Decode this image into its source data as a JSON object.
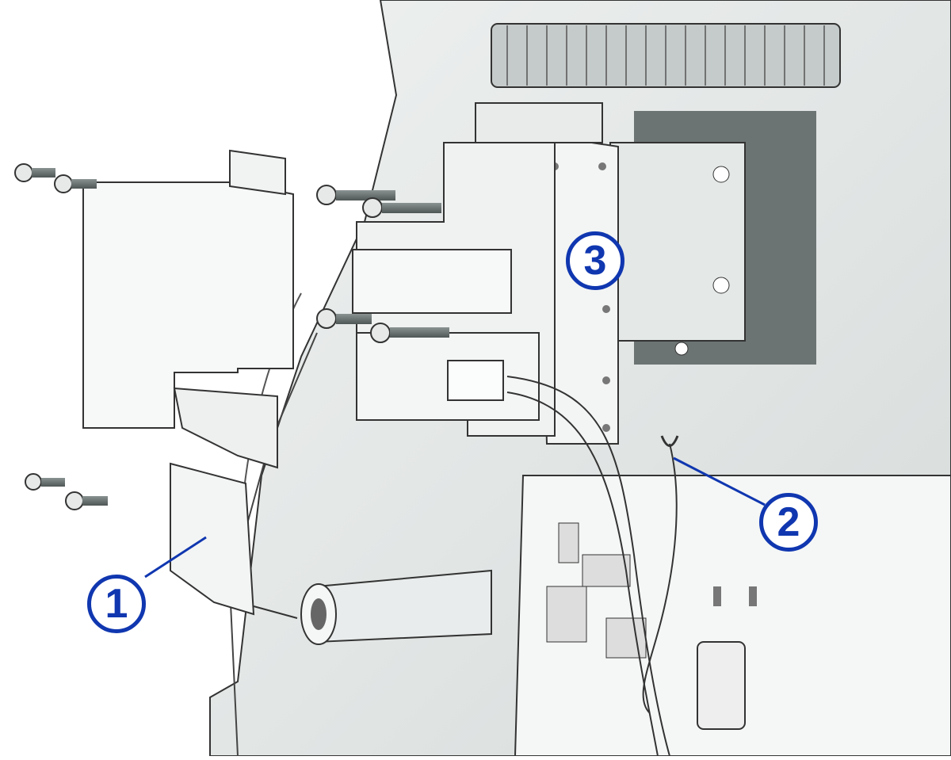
{
  "figure": {
    "description": "Exploded technical illustration of a mechanism assembly with a removed metal bracket cover, screws, and wiring",
    "callout_color": "#1037b0",
    "callouts": [
      {
        "label": "1",
        "target": "bracket-cover-plate"
      },
      {
        "label": "2",
        "target": "wire-connector-hook"
      },
      {
        "label": "3",
        "target": "mounting-plate"
      }
    ]
  }
}
